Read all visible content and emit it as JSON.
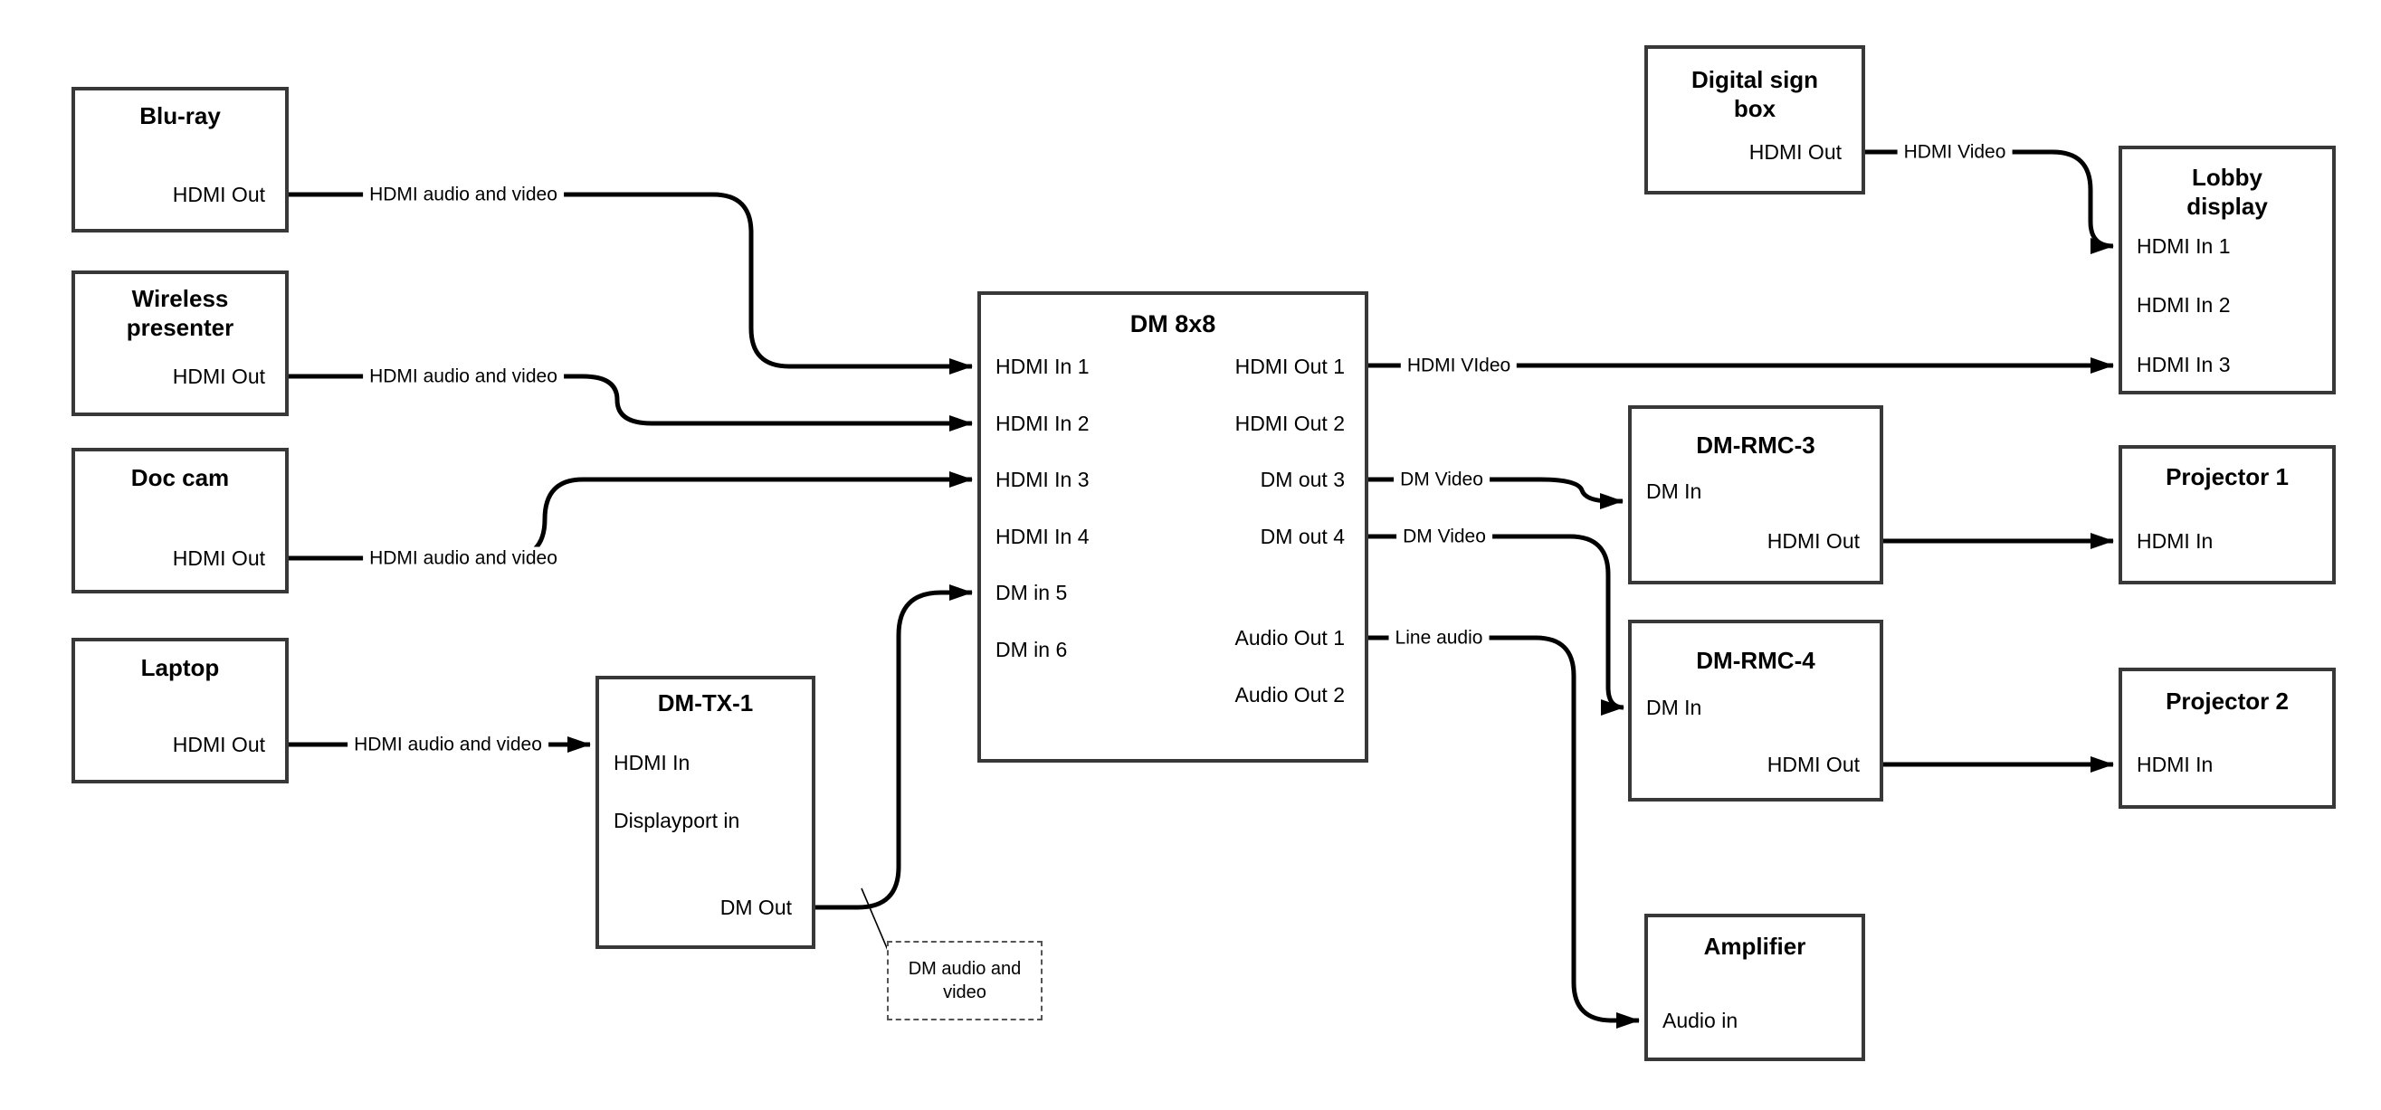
{
  "nodes": {
    "bluray": {
      "title": "Blu-ray",
      "port_hdmi_out": "HDMI Out"
    },
    "wireless": {
      "title": "Wireless\npresenter",
      "port_hdmi_out": "HDMI Out"
    },
    "doccam": {
      "title": "Doc cam",
      "port_hdmi_out": "HDMI Out"
    },
    "laptop": {
      "title": "Laptop",
      "port_hdmi_out": "HDMI Out"
    },
    "dmtx1": {
      "title": "DM-TX-1",
      "port_hdmi_in": "HDMI In",
      "port_dp_in": "Displayport in",
      "port_dm_out": "DM Out"
    },
    "dm8x8": {
      "title": "DM 8x8",
      "inputs": [
        "HDMI In 1",
        "HDMI In 2",
        "HDMI In 3",
        "HDMI In 4",
        "DM in 5",
        "DM in 6"
      ],
      "outputs": [
        "HDMI Out 1",
        "HDMI Out 2",
        "DM out 3",
        "DM out 4",
        "Audio Out 1",
        "Audio Out 2"
      ]
    },
    "digisign": {
      "title": "Digital sign\nbox",
      "port_hdmi_out": "HDMI Out"
    },
    "lobby": {
      "title": "Lobby\ndisplay",
      "inputs": [
        "HDMI In 1",
        "HDMI In 2",
        "HDMI In 3"
      ]
    },
    "rmc3": {
      "title": "DM-RMC-3",
      "port_dm_in": "DM In",
      "port_hdmi_out": "HDMI Out"
    },
    "proj1": {
      "title": "Projector 1",
      "port_hdmi_in": "HDMI In"
    },
    "rmc4": {
      "title": "DM-RMC-4",
      "port_dm_in": "DM In",
      "port_hdmi_out": "HDMI Out"
    },
    "proj2": {
      "title": "Projector 2",
      "port_hdmi_in": "HDMI In"
    },
    "amp": {
      "title": "Amplifier",
      "port_audio_in": "Audio in"
    }
  },
  "wire_labels": {
    "bluray": "HDMI audio and video",
    "wireless": "HDMI audio and video",
    "doccam": "HDMI audio and video",
    "laptop": "HDMI audio and video",
    "hdmi_out1": "HDMI VIdeo",
    "dm_out3": "DM Video",
    "dm_out4": "DM Video",
    "audio_out1": "Line audio",
    "digisign": "HDMI Video"
  },
  "note": "DM audio and\nvideo",
  "colors": {
    "line": "#000000",
    "box_border": "#383838",
    "background": "#ffffff"
  }
}
